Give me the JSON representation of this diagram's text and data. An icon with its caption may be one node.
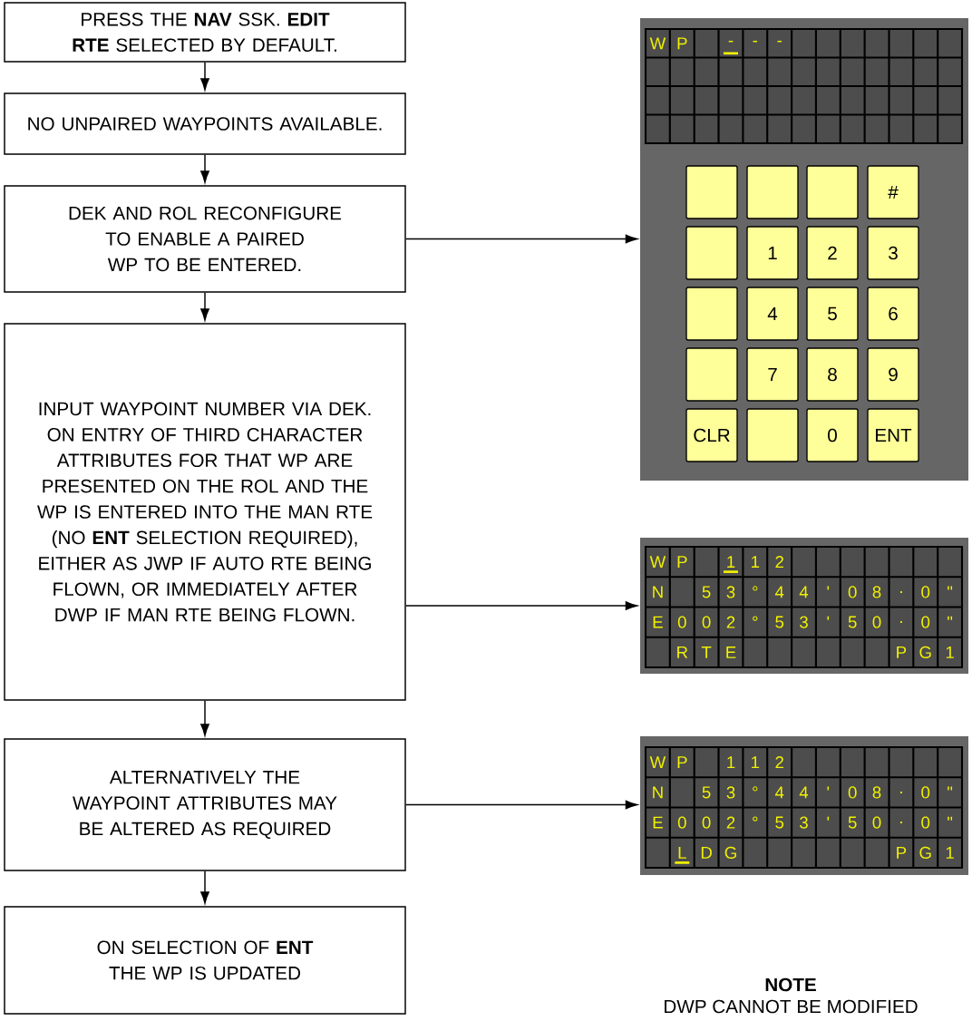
{
  "diagram": {
    "nodes": [
      {
        "text": [
          "PRESS THE **NAV** SSK. **EDIT RTE** SELECTED BY DEFAULT."
        ]
      },
      {
        "text": [
          "NO UNPAIRED WAYPOINTS AVAILABLE."
        ]
      },
      {
        "text": [
          "DEK AND ROL RECONFIGURE TO ENABLE A PAIRED WP TO BE ENTERED."
        ]
      },
      {
        "text": [
          "INPUT WAYPOINT NUMBER VIA DEK. ON ENTRY OF THIRD CHARACTER ATTRIBUTES FOR THAT WP ARE PRESENTED ON THE ROL AND THE WP IS ENTERED INTO THE MAN RTE (NO **ENT** SELECTION REQUIRED), EITHER AS JWP IF AUTO RTE BEING FLOWN, OR IMMEDIATELY AFTER DWP IF MAN RTE BEING FLOWN."
        ]
      },
      {
        "text": [
          "ALTERNATIVELY THE WAYPOINT ATTRIBUTES MAY BE ALTERED AS REQUIRED"
        ]
      },
      {
        "text": [
          "ON SELECTION OF **ENT** THE WP IS UPDATED"
        ]
      },
      {
        "text": [
          "W",
          "P",
          "-",
          "-",
          "-",
          "#",
          "1",
          "2",
          "3",
          "4",
          "5",
          "6",
          "7",
          "8",
          "9",
          "CLR",
          "0",
          "ENT"
        ]
      },
      {
        "text": [
          "W",
          "P",
          "1",
          "1",
          "2",
          "N",
          "5",
          "3",
          "°",
          "4",
          "4",
          "'",
          "0",
          "8",
          ".",
          "0",
          "\"",
          "E",
          "0",
          "0",
          "2",
          "°",
          "5",
          "3",
          "'",
          "5",
          "0",
          ".",
          "0",
          "\"",
          "R",
          "T",
          "E",
          "P",
          "G",
          "1"
        ]
      },
      {
        "text": [
          "W",
          "P",
          "1",
          "1",
          "2",
          "N",
          "5",
          "3",
          "°",
          "4",
          "4",
          "'",
          "0",
          "8",
          ".",
          "0",
          "\"",
          "E",
          "0",
          "0",
          "2",
          "°",
          "5",
          "3",
          "'",
          "5",
          "0",
          ".",
          "0",
          "\"",
          "L",
          "D",
          "G",
          "P",
          "G",
          "1"
        ]
      }
    ],
    "edges": [
      {
        "from": 0,
        "to": 1,
        "arrow": "to"
      },
      {
        "from": 1,
        "to": 2,
        "arrow": "to"
      },
      {
        "from": 2,
        "to": 3,
        "arrow": "to"
      },
      {
        "from": 3,
        "to": 4,
        "arrow": "to"
      },
      {
        "from": 4,
        "to": 5,
        "arrow": "to"
      },
      {
        "from": 2,
        "to": 6,
        "arrow": "to"
      },
      {
        "from": 3,
        "to": 7,
        "arrow": "to"
      },
      {
        "from": 4,
        "to": 8,
        "arrow": "to"
      }
    ],
    "labels": [
      "NOTE",
      "DWP CANNOT BE MODIFIED"
    ]
  }
}
